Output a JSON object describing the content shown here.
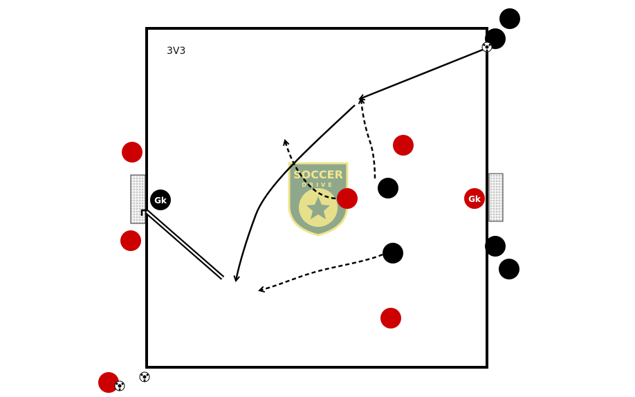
{
  "title": "3V3",
  "goalkeeper_label": "Gk",
  "logo": {
    "line1": "SOCCER",
    "line2": "DRIVE"
  },
  "colors": {
    "team_a": "#000000",
    "team_b": "#cc0000",
    "field_line": "#000000",
    "logo_bg": "#8fa88c",
    "logo_accent": "#f0e68c"
  }
}
